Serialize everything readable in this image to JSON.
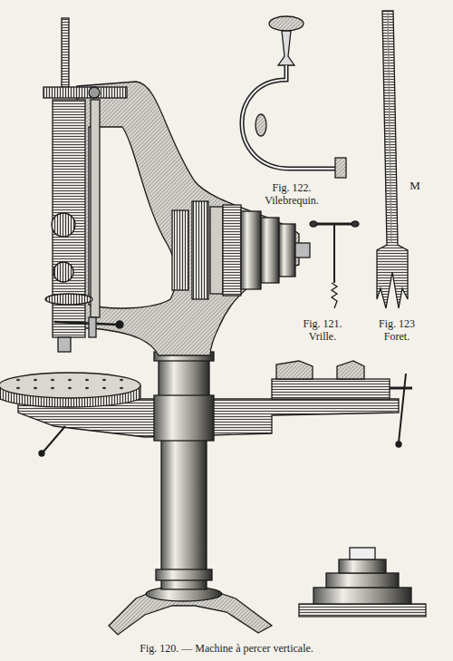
{
  "diagram": {
    "caption": "Fig. 120. — Machine à percer verticale.",
    "labels": [
      "Fig. 122.",
      "Vilebrequin.",
      "Fig. 121.",
      "Vrille.",
      "Fig. 123",
      "Foret.",
      "M"
    ]
  }
}
